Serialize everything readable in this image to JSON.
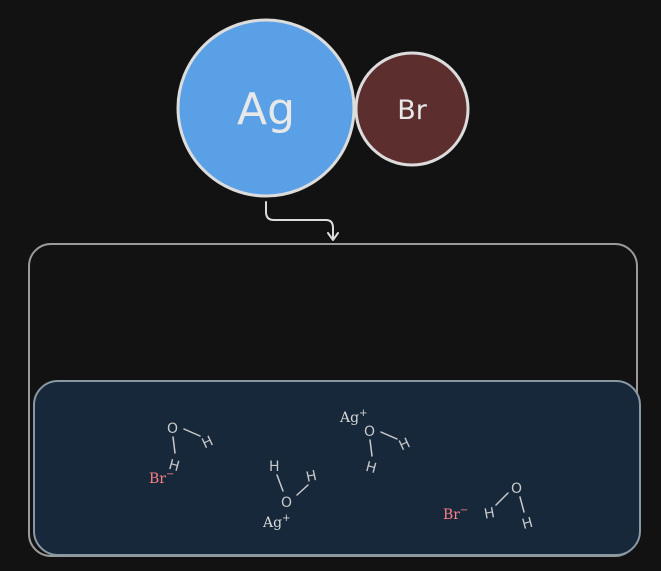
{
  "atoms": {
    "silver": {
      "label": "Ag",
      "color": "#5aa0e6"
    },
    "bromine": {
      "label": "Br",
      "color": "#5c2e2e"
    }
  },
  "ions": {
    "bromide": {
      "symbol": "Br",
      "charge": "−",
      "color": "#ff7f86"
    },
    "silver": {
      "symbol": "Ag",
      "charge": "+",
      "color": "#d8d8d8"
    }
  },
  "water": {
    "oxygen": "O",
    "hydrogen": "H"
  },
  "colors": {
    "background": "#121212",
    "container_stroke": "#9a9a9a",
    "water_fill": "#16283a",
    "water_stroke": "#8a98a6"
  }
}
